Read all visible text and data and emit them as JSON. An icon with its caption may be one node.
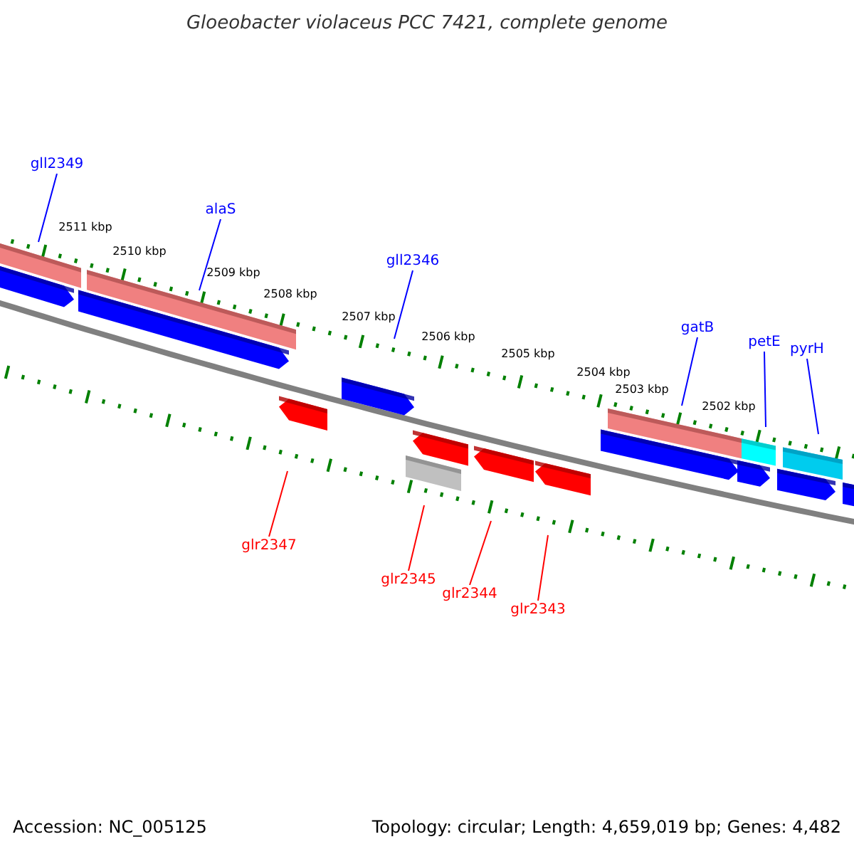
{
  "diagram": {
    "title": "Gloeobacter violaceus PCC 7421, complete genome",
    "nodes": [
      {
        "text": [
          "gll2349"
        ]
      },
      {
        "text": [
          "alaS"
        ]
      },
      {
        "text": [
          "gll2346"
        ]
      },
      {
        "text": [
          "gatB"
        ]
      },
      {
        "text": [
          "petE"
        ]
      },
      {
        "text": [
          "pyrH"
        ]
      },
      {
        "text": [
          "glr2347"
        ]
      },
      {
        "text": [
          "glr2345"
        ]
      },
      {
        "text": [
          "glr2344"
        ]
      },
      {
        "text": [
          "glr2343"
        ]
      }
    ],
    "edges": [
      {
        "from": 0,
        "to": null,
        "arrow": "none"
      },
      {
        "from": 1,
        "to": null,
        "arrow": "none"
      },
      {
        "from": 2,
        "to": null,
        "arrow": "none"
      },
      {
        "from": 3,
        "to": null,
        "arrow": "none"
      },
      {
        "from": 4,
        "to": null,
        "arrow": "none"
      },
      {
        "from": 5,
        "to": null,
        "arrow": "none"
      },
      {
        "from": 6,
        "to": null,
        "arrow": "none",
        "color": "#ff0000"
      },
      {
        "from": 7,
        "to": null,
        "arrow": "none",
        "color": "#ff0000"
      },
      {
        "from": 8,
        "to": null,
        "arrow": "none",
        "color": "#ff0000"
      },
      {
        "from": 9,
        "to": null,
        "arrow": "none",
        "color": "#ff0000"
      }
    ],
    "labels": [
      "2511 kbp",
      "2510 kbp",
      "2509 kbp",
      "2508 kbp",
      "2507 kbp",
      "2506 kbp",
      "2505 kbp",
      "2504 kbp",
      "2503 kbp",
      "2502 kbp",
      "Accession: NC_005125",
      "Topology: circular; Length: 4,659,019 bp; Genes: 4,482"
    ]
  }
}
